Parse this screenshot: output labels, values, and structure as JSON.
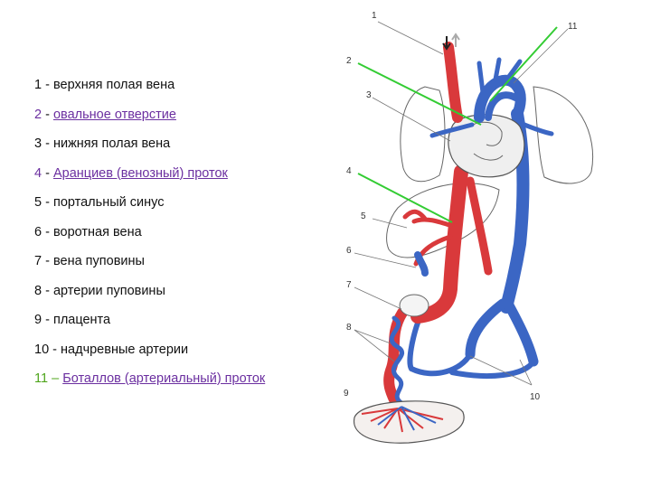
{
  "legend": {
    "items": [
      {
        "num": "1",
        "sep": " - ",
        "text": "верхняя полая вена",
        "style": "plain"
      },
      {
        "num": "2",
        "sep": " - ",
        "text": "овальное отверстие",
        "style": "purple"
      },
      {
        "num": "3",
        "sep": " - ",
        "text": "нижняя полая вена",
        "style": "plain"
      },
      {
        "num": "4",
        "sep": " - ",
        "text": "Аранциев (венозный) проток",
        "style": "purple"
      },
      {
        "num": "5",
        "sep": " - ",
        "text": "портальный синус",
        "style": "plain"
      },
      {
        "num": "6",
        "sep": " - ",
        "text": "воротная вена",
        "style": "plain"
      },
      {
        "num": "7",
        "sep": " - ",
        "text": "вена пуповины",
        "style": "plain"
      },
      {
        "num": "8",
        "sep": " - ",
        "text": "артерии пуповины",
        "style": "plain"
      },
      {
        "num": "9",
        "sep": " - ",
        "text": "плацента",
        "style": "plain"
      },
      {
        "num": "10",
        "sep": " - ",
        "text": "надчревные артерии",
        "style": "plain"
      },
      {
        "num": "11",
        "sep": " – ",
        "text": "Боталлов (артериальный) проток",
        "style": "green"
      }
    ]
  },
  "diagram": {
    "labels": {
      "l1": "1",
      "l2": "2",
      "l3": "3",
      "l4": "4",
      "l5": "5",
      "l6": "6",
      "l7": "7",
      "l8": "8",
      "l9": "9",
      "l10": "10",
      "l11": "11"
    },
    "colors": {
      "artery": "#d9393b",
      "vein": "#3b66c4",
      "pointer": "#33cc33",
      "outline": "#555555"
    }
  }
}
